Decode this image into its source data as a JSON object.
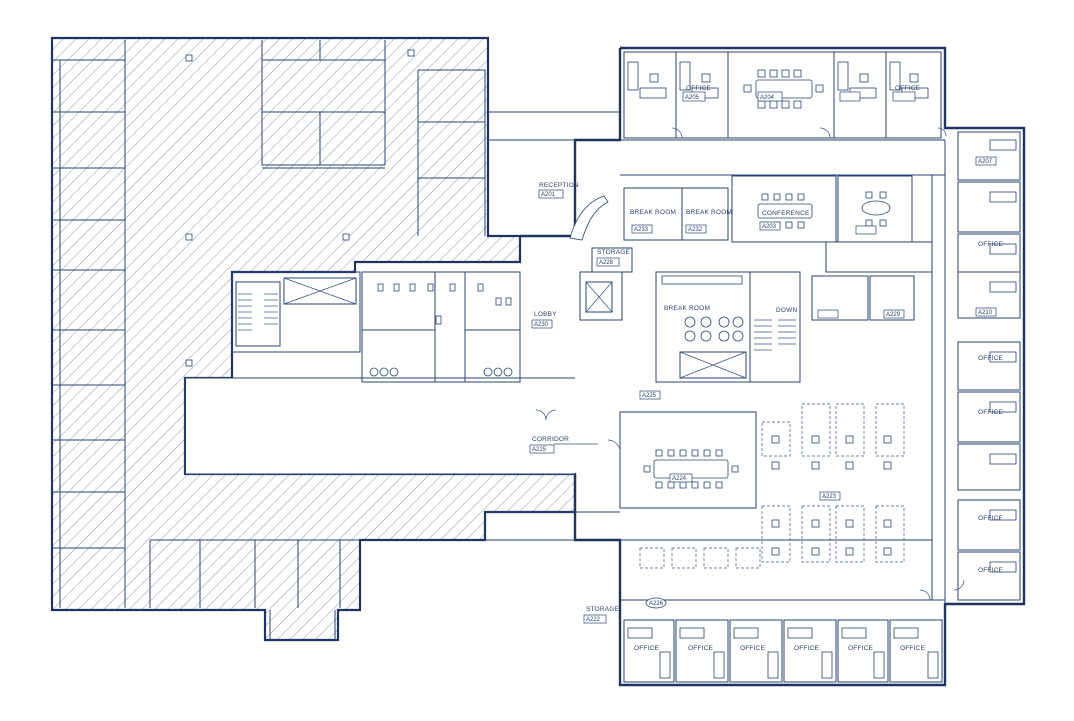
{
  "labels": {
    "reception": "RECEPTION",
    "reception_num": "A201",
    "storage1": "STORAGE",
    "storage1_num": "A228",
    "lobby": "LOBBY",
    "lobby_num": "A230",
    "corridor": "CORRIDOR",
    "corridor_num": "A225",
    "break_room": "BREAK ROOM",
    "break_room2": "BREAK ROOM",
    "conference": "CONFERENCE",
    "conference_num": "A203",
    "conference2_num": "A224",
    "a232": "A232",
    "a233": "A233",
    "a229": "A229",
    "a210": "A210",
    "a207": "A207",
    "a205": "A205",
    "a223": "A223",
    "a222": "A222",
    "a226": "A226",
    "a204": "A204",
    "office": "OFFICE",
    "storage2": "STORAGE",
    "storage2_num": "A222",
    "down": "DOWN",
    "aa25": "A225"
  }
}
